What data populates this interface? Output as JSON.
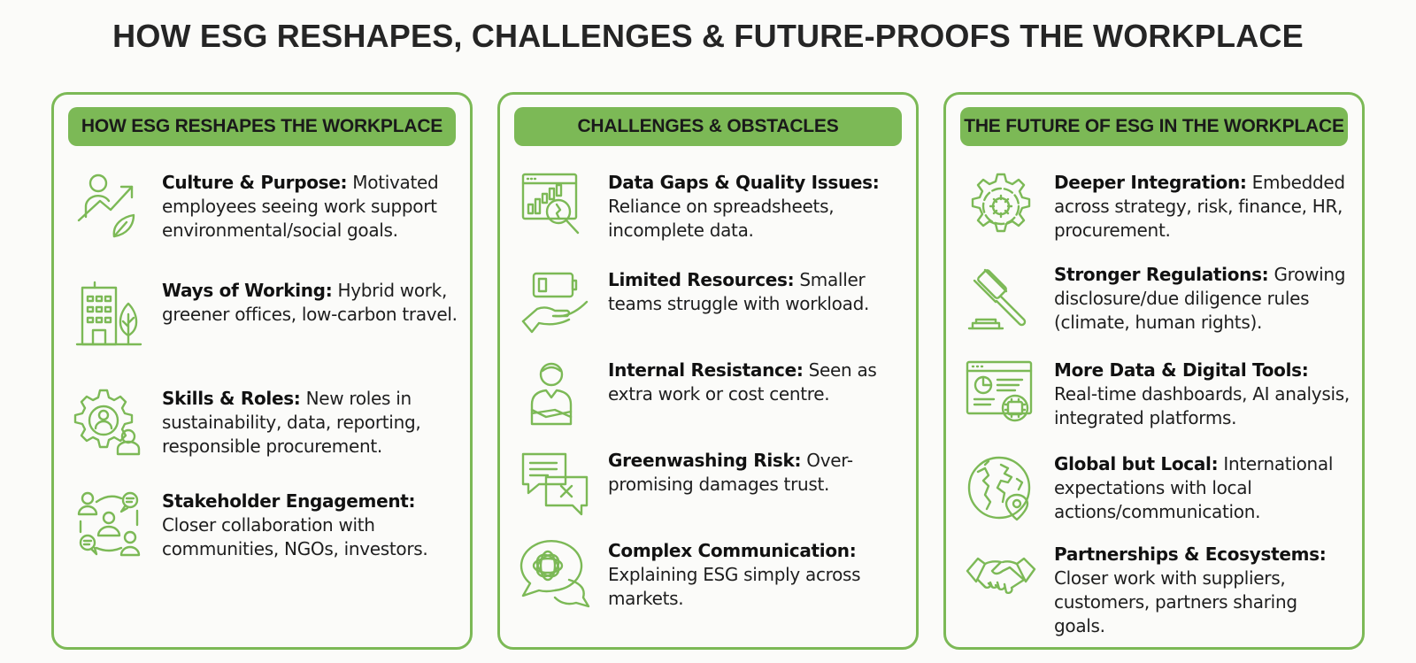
{
  "title": "HOW ESG RESHAPES, CHALLENGES & FUTURE-PROOFS THE WORKPLACE",
  "colors": {
    "accent": "#7cb956",
    "text": "#1e1e1e",
    "background": "#fbfbf9"
  },
  "panels": [
    {
      "header": "HOW ESG RESHAPES THE WORKPLACE",
      "items": [
        {
          "icon": "person-growth-arrow-leaf-icon",
          "label": "Culture & Purpose:",
          "desc": " Motivated employees seeing work support environmental/social goals."
        },
        {
          "icon": "building-tree-icon",
          "label": "Ways of Working:",
          "desc": " Hybrid work, greener offices, low-carbon travel."
        },
        {
          "icon": "gear-people-icon",
          "label": "Skills & Roles:",
          "desc": " New roles in sustainability, data, reporting, responsible procurement."
        },
        {
          "icon": "stakeholder-network-icon",
          "label": "Stakeholder Engagement:",
          "desc": " Closer collaboration with communities, NGOs, investors."
        }
      ]
    },
    {
      "header": "CHALLENGES & OBSTACLES",
      "items": [
        {
          "icon": "chart-magnifier-icon",
          "label": "Data Gaps & Quality Issues:",
          "desc": " Reliance on spreadsheets, incomplete data."
        },
        {
          "icon": "low-battery-hand-icon",
          "label": "Limited Resources:",
          "desc": " Smaller teams struggle with workload."
        },
        {
          "icon": "person-arms-crossed-icon",
          "label": "Internal Resistance:",
          "desc": " Seen as extra work or cost centre."
        },
        {
          "icon": "speech-bubble-x-icon",
          "label": "Greenwashing Risk:",
          "desc": " Over-promising damages trust."
        },
        {
          "icon": "tangled-speech-bubble-icon",
          "label": "Complex Communication:",
          "desc": " Explaining ESG simply across markets."
        }
      ]
    },
    {
      "header": "THE FUTURE OF ESG IN THE WORKPLACE",
      "items": [
        {
          "icon": "gear-integration-icon",
          "label": "Deeper Integration:",
          "desc": " Embedded across strategy, risk, finance, HR, procurement."
        },
        {
          "icon": "gavel-icon",
          "label": "Stronger Regulations:",
          "desc": " Growing disclosure/due diligence rules (climate, human rights)."
        },
        {
          "icon": "dashboard-ai-icon",
          "label": "More Data & Digital Tools:",
          "desc": " Real-time dashboards, AI analysis, integrated platforms."
        },
        {
          "icon": "globe-pin-icon",
          "label": "Global but Local:",
          "desc": " International expectations with local actions/communication."
        },
        {
          "icon": "handshake-icon",
          "label": "Partnerships & Ecosystems:",
          "desc": " Closer work with suppliers, customers, partners sharing goals."
        }
      ]
    }
  ]
}
